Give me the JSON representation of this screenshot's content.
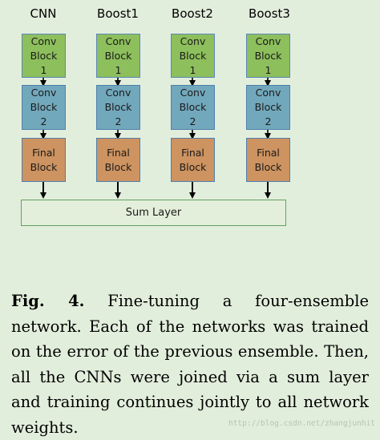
{
  "columns": [
    {
      "label": "CNN"
    },
    {
      "label": "Boost1"
    },
    {
      "label": "Boost2"
    },
    {
      "label": "Boost3"
    }
  ],
  "blocks": {
    "conv1": "Conv\nBlock\n1",
    "conv2": "Conv\nBlock\n2",
    "final": "Final\nBlock"
  },
  "sum_layer": "Sum Layer",
  "caption": {
    "label": "Fig. 4.",
    "text": "Fine-tuning a four-ensemble network. Each of the networks was trained on the error of the previous ensemble. Then, all the CNNs were joined via a sum layer and training continues jointly to all network weights."
  },
  "watermark": "http://blog.csdn.net/zhangjunhit",
  "colors": {
    "background": "#e2eedc",
    "conv1": "#8dbf5c",
    "conv2": "#72a8bc",
    "final": "#cd9360",
    "border": "#5b86b8",
    "sum_border": "#64a060"
  }
}
